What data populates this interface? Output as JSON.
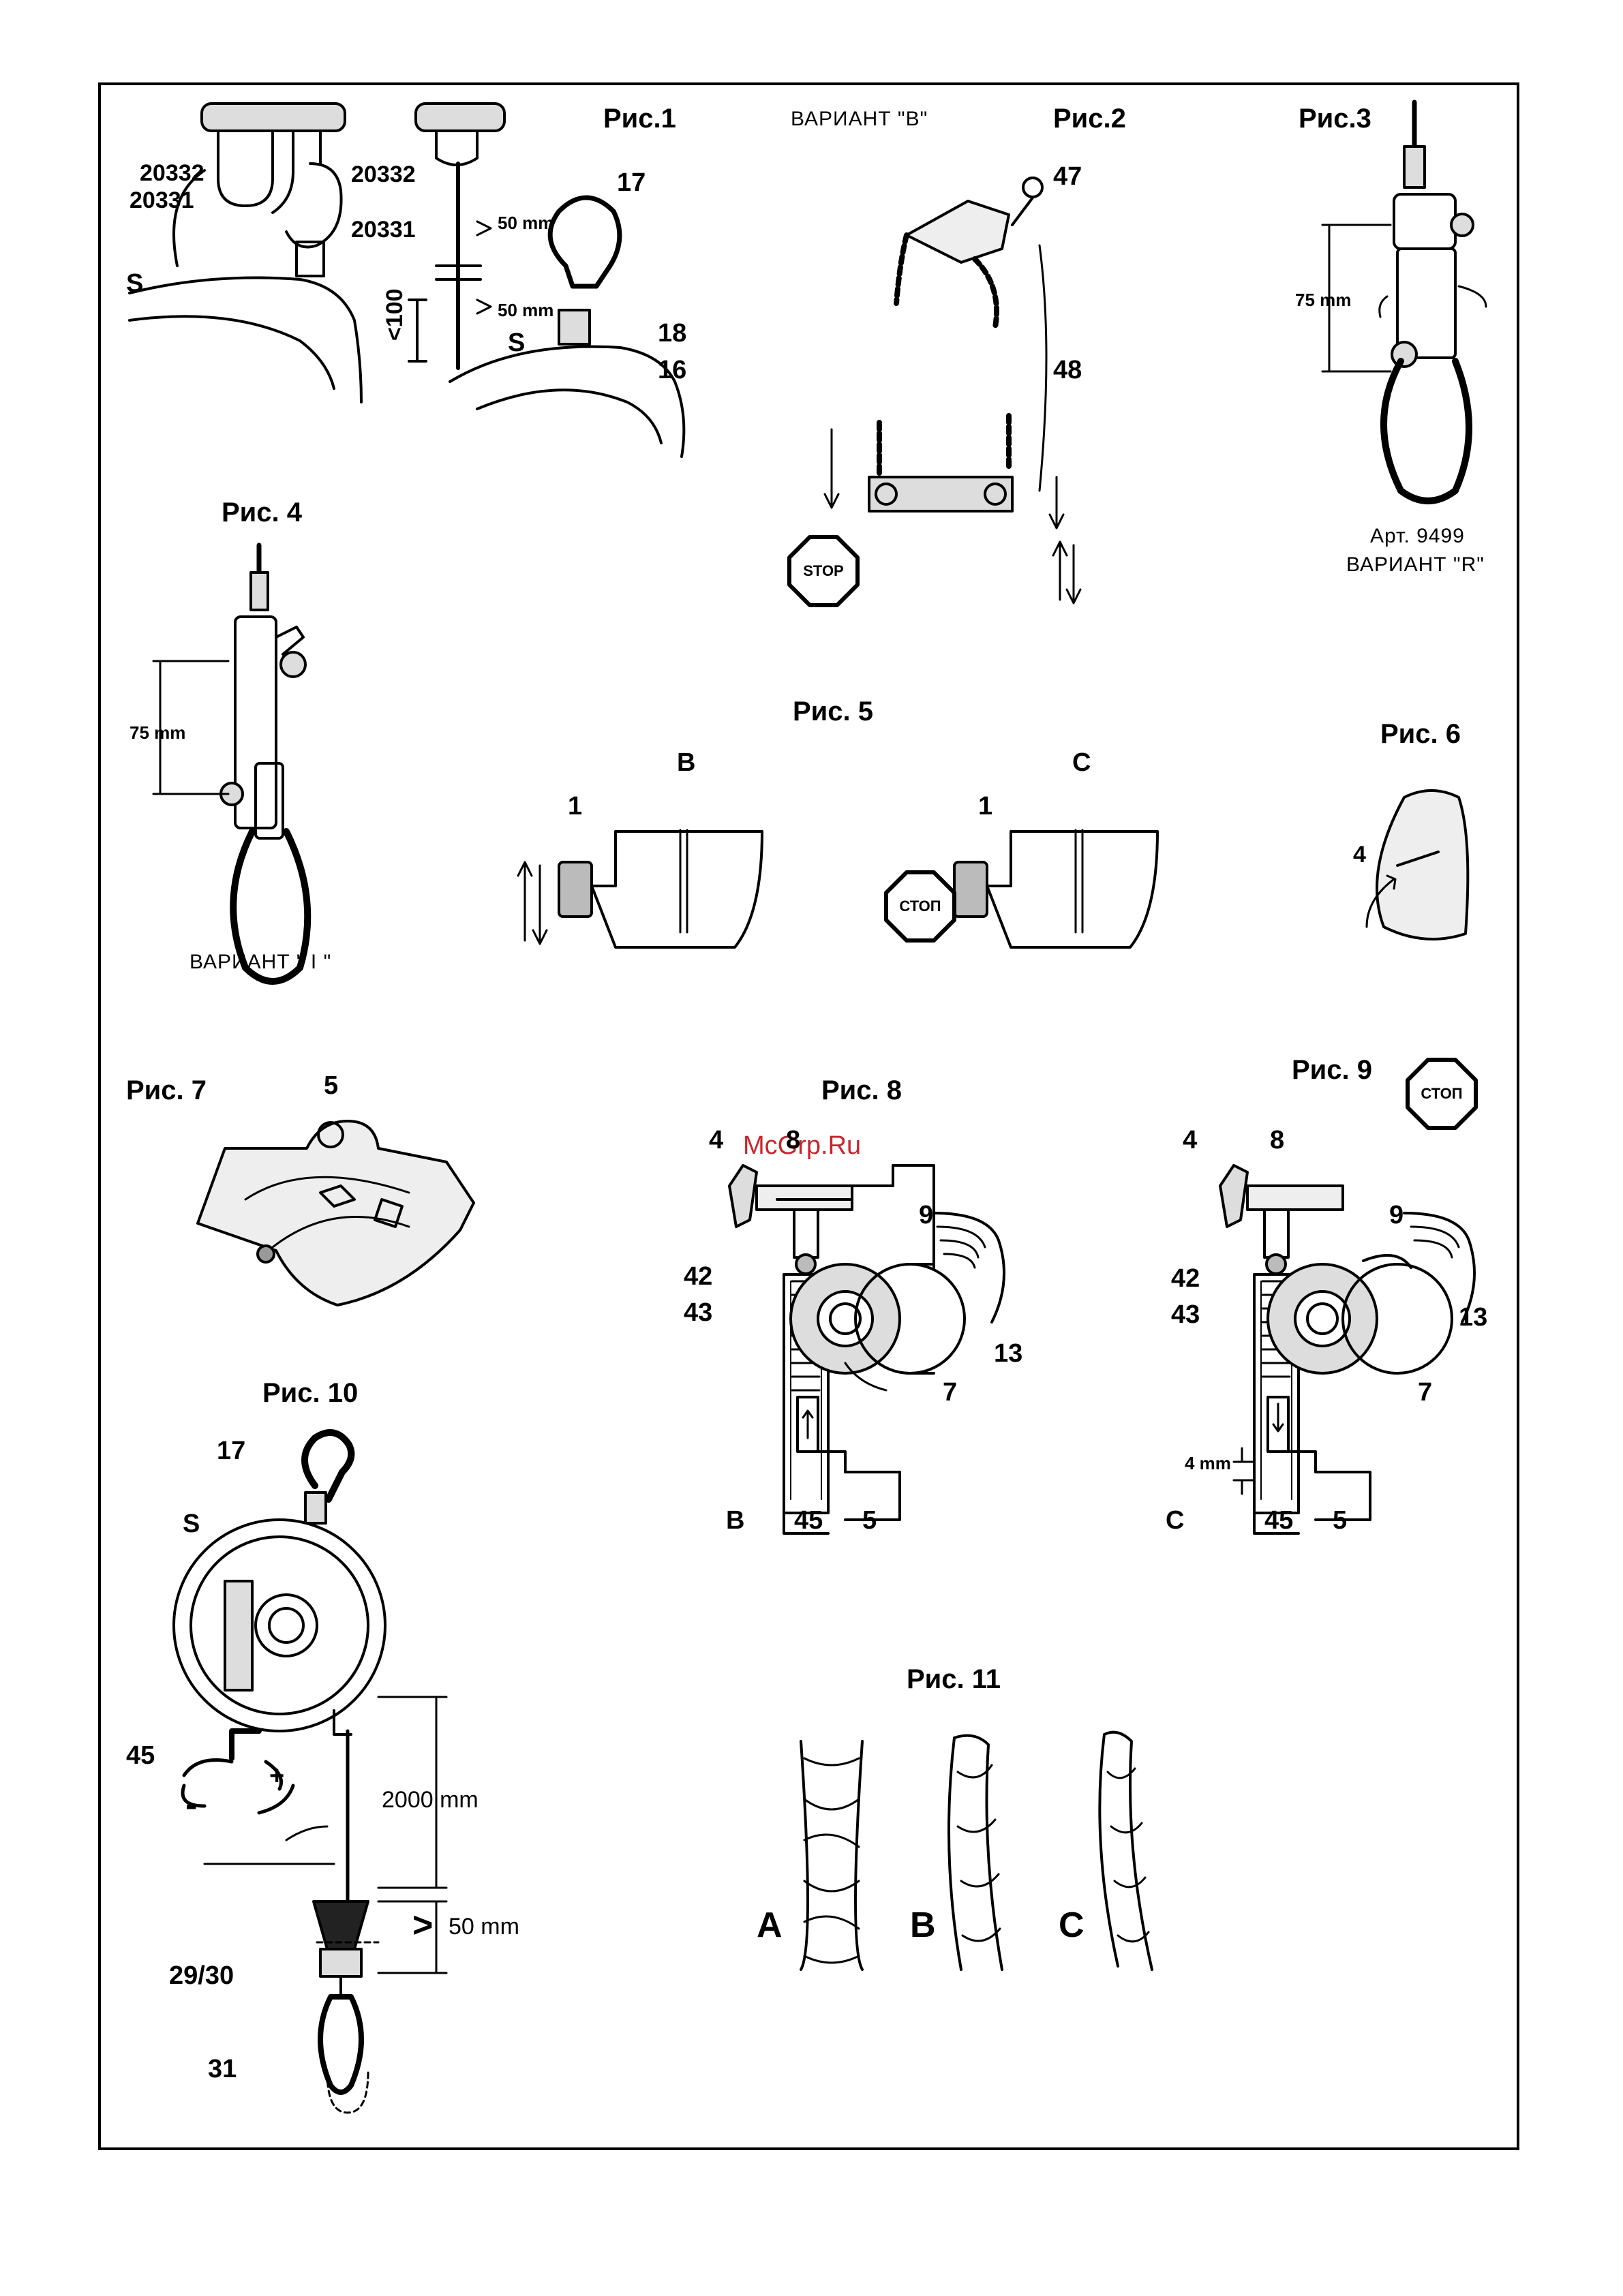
{
  "figures": {
    "fig1": {
      "title": "Рис.1",
      "labels": [
        "20332",
        "20331",
        "S",
        "20332",
        "20331",
        "50 mm",
        "50 mm",
        "<100",
        "S",
        "17",
        "18",
        "16"
      ]
    },
    "fig2": {
      "title": "Рис.2",
      "variant": "ВАРИАНТ \"В\"",
      "labels": [
        "47",
        "48"
      ],
      "stop": "STOP"
    },
    "fig3": {
      "title": "Рис.3",
      "dim": "75 mm",
      "art": "Арт. 9499",
      "variant": "ВАРИАНТ \"R\""
    },
    "fig4": {
      "title": "Рис. 4",
      "dim": "75 mm",
      "variant": "ВАРИАНТ \" I \""
    },
    "fig5": {
      "title": "Рис. 5",
      "col_b": "B",
      "col_c": "C",
      "label_b": "1",
      "label_c": "1",
      "stop": "СТОП"
    },
    "fig6": {
      "title": "Рис. 6",
      "label": "4"
    },
    "fig7": {
      "title": "Рис. 7",
      "label": "5"
    },
    "fig8": {
      "title": "Рис. 8",
      "labels": [
        "4",
        "8",
        "9",
        "42",
        "43",
        "13",
        "7",
        "B",
        "45",
        "5"
      ]
    },
    "fig9": {
      "title": "Рис. 9",
      "stop": "СТОП",
      "labels": [
        "4",
        "8",
        "9",
        "42",
        "43",
        "13",
        "7",
        "4 mm",
        "C",
        "45",
        "5"
      ]
    },
    "fig10": {
      "title": "Рис. 10",
      "labels": [
        "17",
        "S",
        "45",
        "29/30",
        "31"
      ],
      "dim1": "2000 mm",
      "dim2": "50 mm",
      "minus": "-",
      "plus": "+"
    },
    "fig11": {
      "title": "Рис. 11",
      "labels": [
        "A",
        "B",
        "C"
      ]
    }
  },
  "watermark": "McGrp.Ru"
}
